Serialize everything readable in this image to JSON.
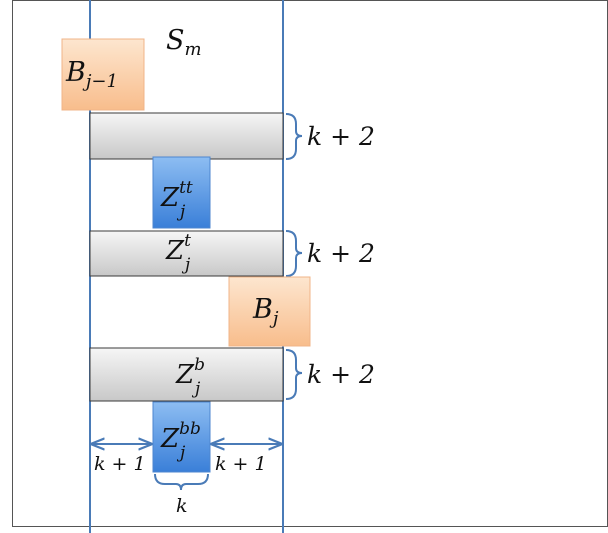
{
  "colors": {
    "strip_line": "#4a7bb7",
    "gray_top": "#f6f6f6",
    "gray_bottom": "#c8c8c8",
    "orange_top": "#fde6cf",
    "orange_bottom": "#f8bd8c",
    "blue_top": "#8dbdf2",
    "blue_bottom": "#3a7fd8",
    "brace": "#4a7bb7",
    "arrow": "#4a7bb7"
  },
  "labels": {
    "strip": {
      "base": "S",
      "sub": "m"
    },
    "b_prev": {
      "base": "B",
      "sub": "j−1"
    },
    "b_j": {
      "base": "B",
      "sub": "j"
    },
    "z_tt": {
      "base": "Z",
      "sup": "tt",
      "sub": "j"
    },
    "z_t": {
      "base": "Z",
      "sup": "t",
      "sub": "j"
    },
    "z_b": {
      "base": "Z",
      "sup": "b",
      "sub": "j"
    },
    "z_bb": {
      "base": "Z",
      "sup": "bb",
      "sub": "j"
    },
    "height_1": "k + 2",
    "height_2": "k + 2",
    "height_3": "k + 2",
    "width_left": "k + 1",
    "width_right": "k + 1",
    "width_bottom": "k"
  }
}
